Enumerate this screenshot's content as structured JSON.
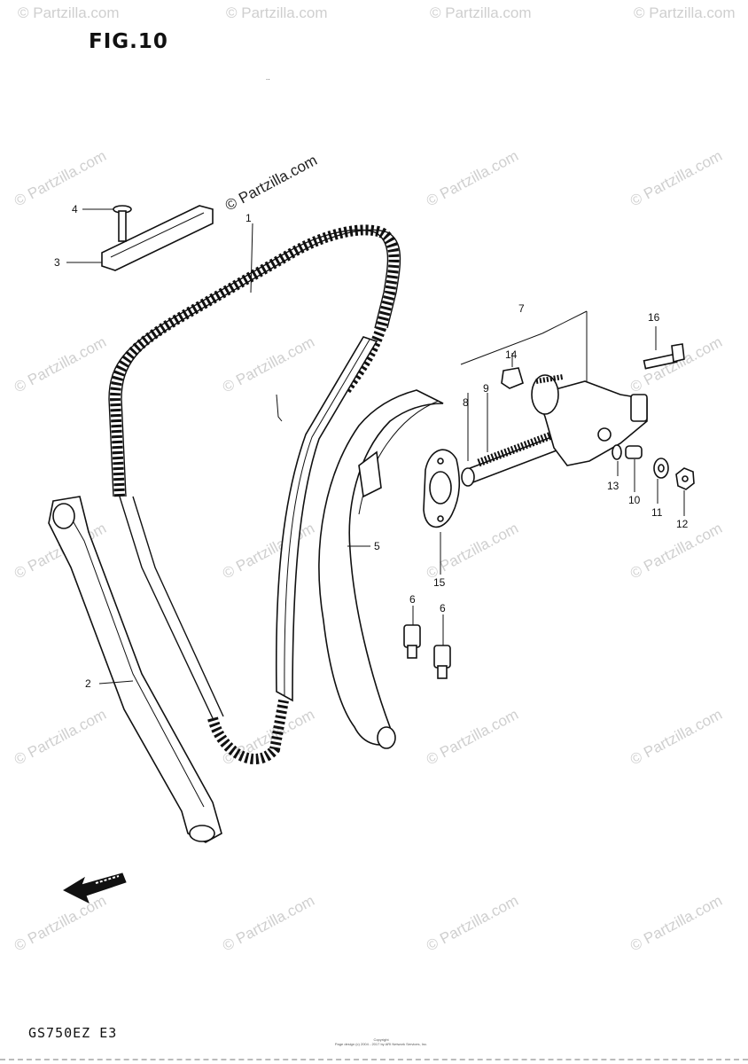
{
  "figure": {
    "title": "FIG.10",
    "model_code": "GS750EZ E3",
    "footer_line1": "Copyright",
    "footer_line2": "Page design (c) 2004 - 2017 by ARI Network Services, Inc."
  },
  "watermark": {
    "text": "© Partzilla.com",
    "main_text": "© Partzilla.com",
    "color": "#cfcfcf"
  },
  "callouts": [
    {
      "id": "1",
      "label": "1"
    },
    {
      "id": "2",
      "label": "2"
    },
    {
      "id": "3",
      "label": "3"
    },
    {
      "id": "4",
      "label": "4"
    },
    {
      "id": "5",
      "label": "5"
    },
    {
      "id": "6a",
      "label": "6"
    },
    {
      "id": "6b",
      "label": "6"
    },
    {
      "id": "7",
      "label": "7"
    },
    {
      "id": "8",
      "label": "8"
    },
    {
      "id": "9",
      "label": "9"
    },
    {
      "id": "10",
      "label": "10"
    },
    {
      "id": "11",
      "label": "11"
    },
    {
      "id": "12",
      "label": "12"
    },
    {
      "id": "13",
      "label": "13"
    },
    {
      "id": "14",
      "label": "14"
    },
    {
      "id": "15",
      "label": "15"
    },
    {
      "id": "16",
      "label": "16"
    }
  ],
  "direction_icon": "front-arrow-icon"
}
